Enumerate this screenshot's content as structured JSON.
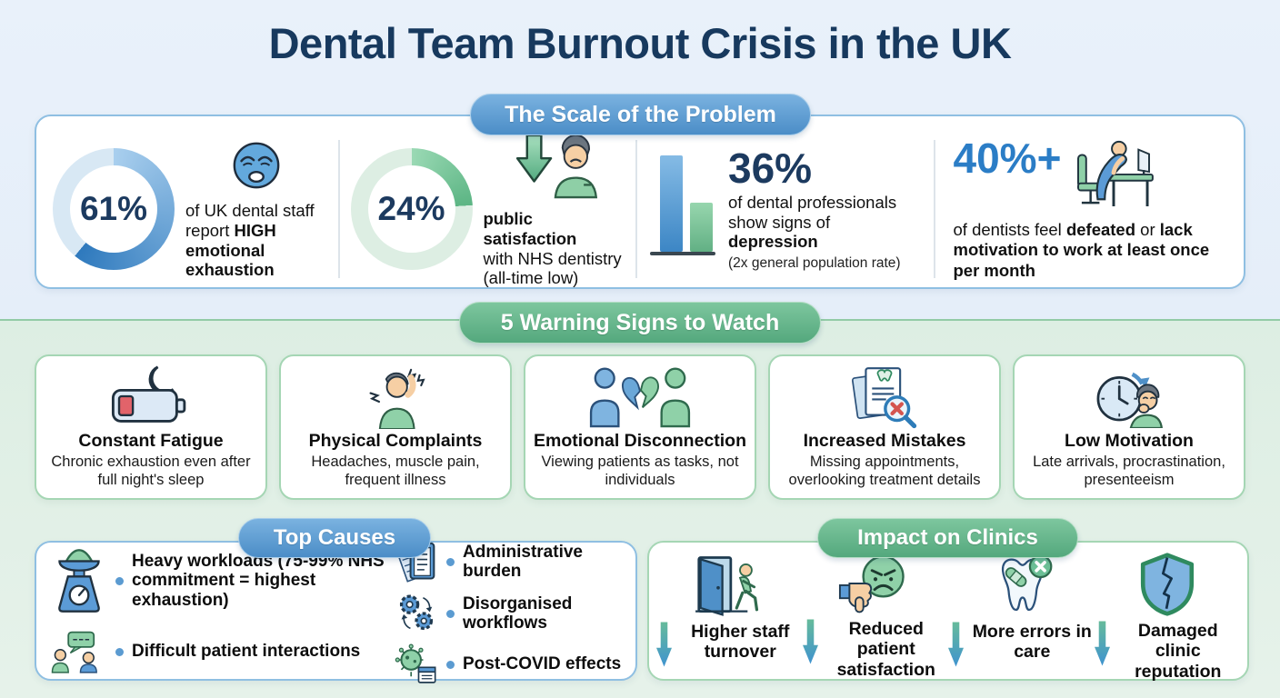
{
  "title": "Dental Team Burnout Crisis in the UK",
  "colors": {
    "navy": "#1c3a5f",
    "accent_blue": "#2b7dc6",
    "badge_blue": "#4b8dc7",
    "badge_green": "#54a87d",
    "panel_border_blue": "#8fbfe2",
    "panel_border_green": "#a5d6b4"
  },
  "scale": {
    "badge": "The Scale of the Problem",
    "stats": [
      {
        "icon": "weary-face-icon",
        "value": "61%",
        "percent": 61,
        "light": "#a9cfee",
        "dark": "#2e79bd",
        "track": "#d8e8f4",
        "desc_normal": "of UK dental staff report ",
        "desc_bold": "HIGH emotional exhaustion"
      },
      {
        "icon": "public-decline-icon",
        "value": "24%",
        "percent": 24,
        "light": "#9ad9b4",
        "dark": "#5cb584",
        "track": "#ddeee3",
        "desc_bold": "public satisfaction",
        "desc_normal": "with NHS dentistry (all-time low)"
      },
      {
        "icon": "bar-chart-icon",
        "value": "36%",
        "desc_normal": "of dental professionals show signs of ",
        "desc_bold": "depression",
        "note": "(2x general population rate)"
      },
      {
        "icon": "slumped-at-desk-icon",
        "value": "40%+",
        "desc_normal": "of dentists feel ",
        "desc_bold": "defeated",
        "desc_mid": " or ",
        "desc_bold2": "lack motivation to work at least once per month"
      }
    ]
  },
  "warnings": {
    "badge": "5 Warning Signs to Watch",
    "cards": [
      {
        "icon": "low-battery-moon-icon",
        "title": "Constant Fatigue",
        "body": "Chronic exhaustion even after full night's sleep"
      },
      {
        "icon": "headache-person-icon",
        "title": "Physical Complaints",
        "body": "Headaches, muscle pain, frequent illness"
      },
      {
        "icon": "broken-heart-people-icon",
        "title": "Emotional Disconnection",
        "body": "Viewing patients as tasks, not individuals"
      },
      {
        "icon": "error-report-icon",
        "title": "Increased Mistakes",
        "body": "Missing appointments, overlooking treatment details"
      },
      {
        "icon": "clock-yawn-icon",
        "title": "Low Motivation",
        "body": "Late arrivals, procrastination, presenteeism"
      }
    ]
  },
  "causes": {
    "badge": "Top Causes",
    "left": [
      {
        "icon": "weighing-scale-icon",
        "text": "Heavy workloads (75-99% NHS commitment = highest exhaustion)"
      },
      {
        "icon": "patient-conversation-icon",
        "text": "Difficult patient interactions"
      }
    ],
    "right": [
      {
        "icon": "paperwork-icon",
        "text": "Administrative burden"
      },
      {
        "icon": "gears-icon",
        "text": "Disorganised workflows"
      },
      {
        "icon": "virus-calendar-icon",
        "text": "Post-COVID effects"
      }
    ]
  },
  "impact": {
    "badge": "Impact on Clinics",
    "items": [
      {
        "icon": "staff-exit-icon",
        "text": "Higher staff turnover"
      },
      {
        "icon": "thumbs-down-face-icon",
        "text": "Reduced patient satisfaction"
      },
      {
        "icon": "tooth-error-icon",
        "text": "More errors in care"
      },
      {
        "icon": "broken-shield-icon",
        "text": "Damaged clinic reputation"
      }
    ]
  }
}
